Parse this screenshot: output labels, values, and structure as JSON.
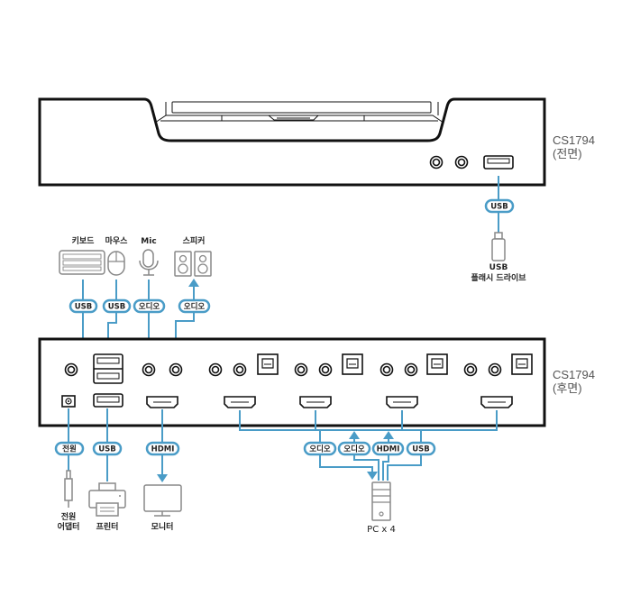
{
  "front_panel": {
    "model": "CS1794",
    "side": "(전면)",
    "usb_pill": "USB",
    "usb_device": [
      "USB",
      "플래시 드라이브"
    ]
  },
  "rear_panel": {
    "model": "CS1794",
    "side": "(후면)"
  },
  "peripherals_top": [
    {
      "name": "키보드",
      "pill": "USB",
      "icon": "keyboard-icon"
    },
    {
      "name": "마우스",
      "pill": "USB",
      "icon": "mouse-icon"
    },
    {
      "name": "Mic",
      "pill": "오디오",
      "icon": "microphone-icon"
    },
    {
      "name": "스피커",
      "pill": "오디오",
      "icon": "speaker-icon"
    }
  ],
  "peripherals_bottom": [
    {
      "name": [
        "전원",
        "어댑터"
      ],
      "pill": "전원",
      "icon": "power-adapter-icon"
    },
    {
      "name": [
        "프린터"
      ],
      "pill": "USB",
      "icon": "printer-icon"
    },
    {
      "name": [
        "모니터"
      ],
      "pill": "HDMI",
      "icon": "monitor-icon"
    }
  ],
  "pc_connections": {
    "pills": [
      "오디오",
      "오디오",
      "HDMI",
      "USB"
    ],
    "pc_label": "PC x 4"
  },
  "colors": {
    "wire": "#4a9cc7",
    "device_outline": "#111111",
    "icon_outline": "#888888"
  }
}
